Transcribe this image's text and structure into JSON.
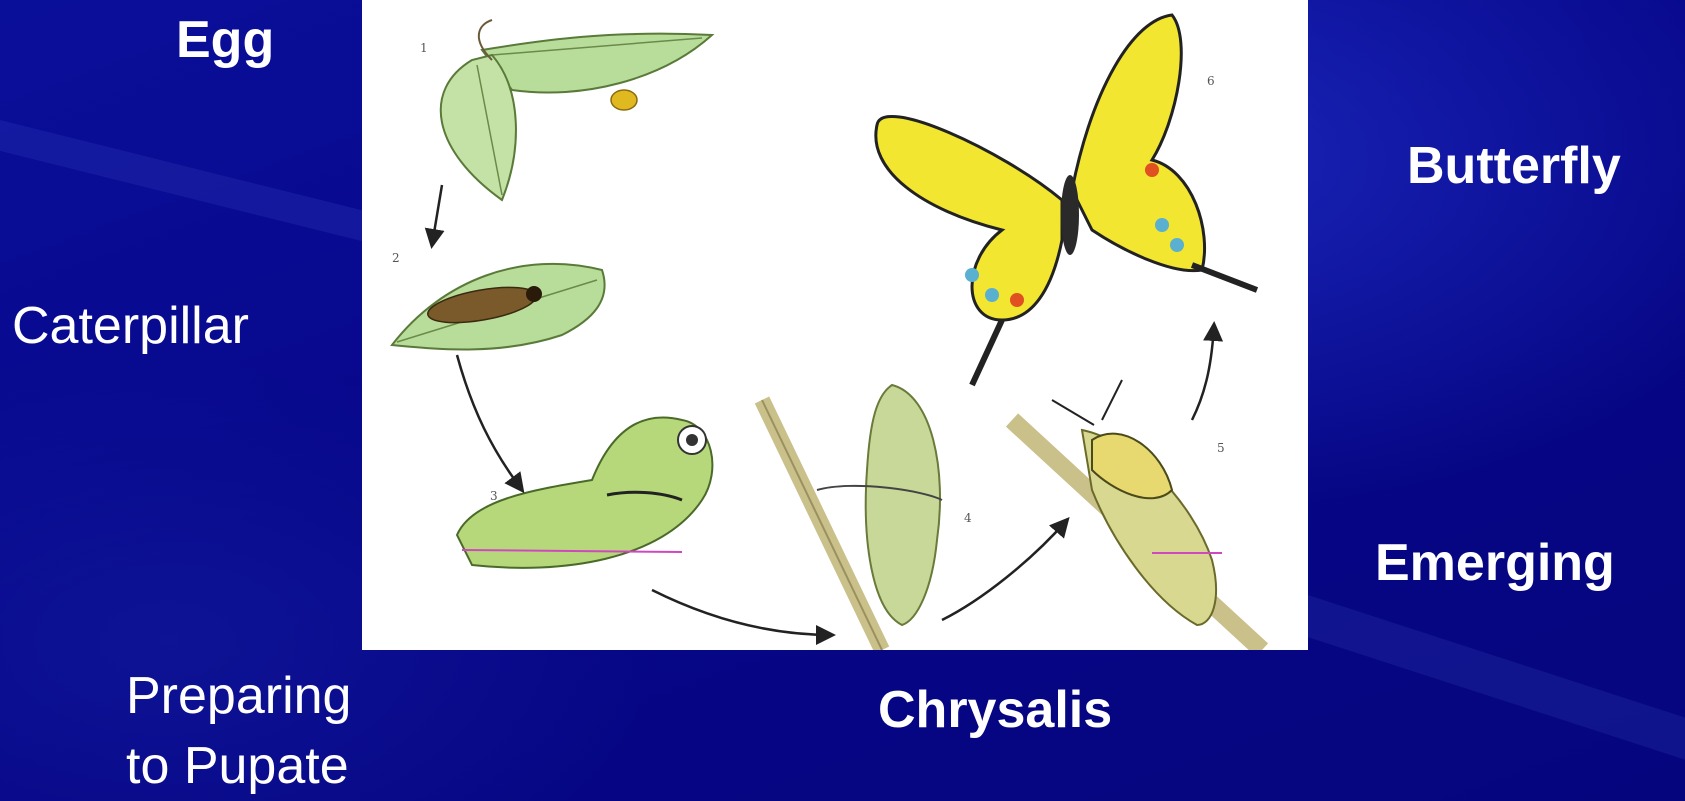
{
  "labels": {
    "egg": "Egg",
    "caterpillar": "Caterpillar",
    "preparing_line1": "Preparing",
    "preparing_line2": "to Pupate",
    "chrysalis": "Chrysalis",
    "emerging": "Emerging",
    "butterfly": "Butterfly"
  },
  "stage_numbers": [
    "1",
    "2",
    "3",
    "4",
    "5",
    "6"
  ],
  "colors": {
    "background": "#06068a",
    "label_text": "#ffffff",
    "panel": "#ffffff",
    "leaf": "#b8dc9a",
    "butterfly_wing": "#f2e630",
    "arrow": "#222222"
  }
}
